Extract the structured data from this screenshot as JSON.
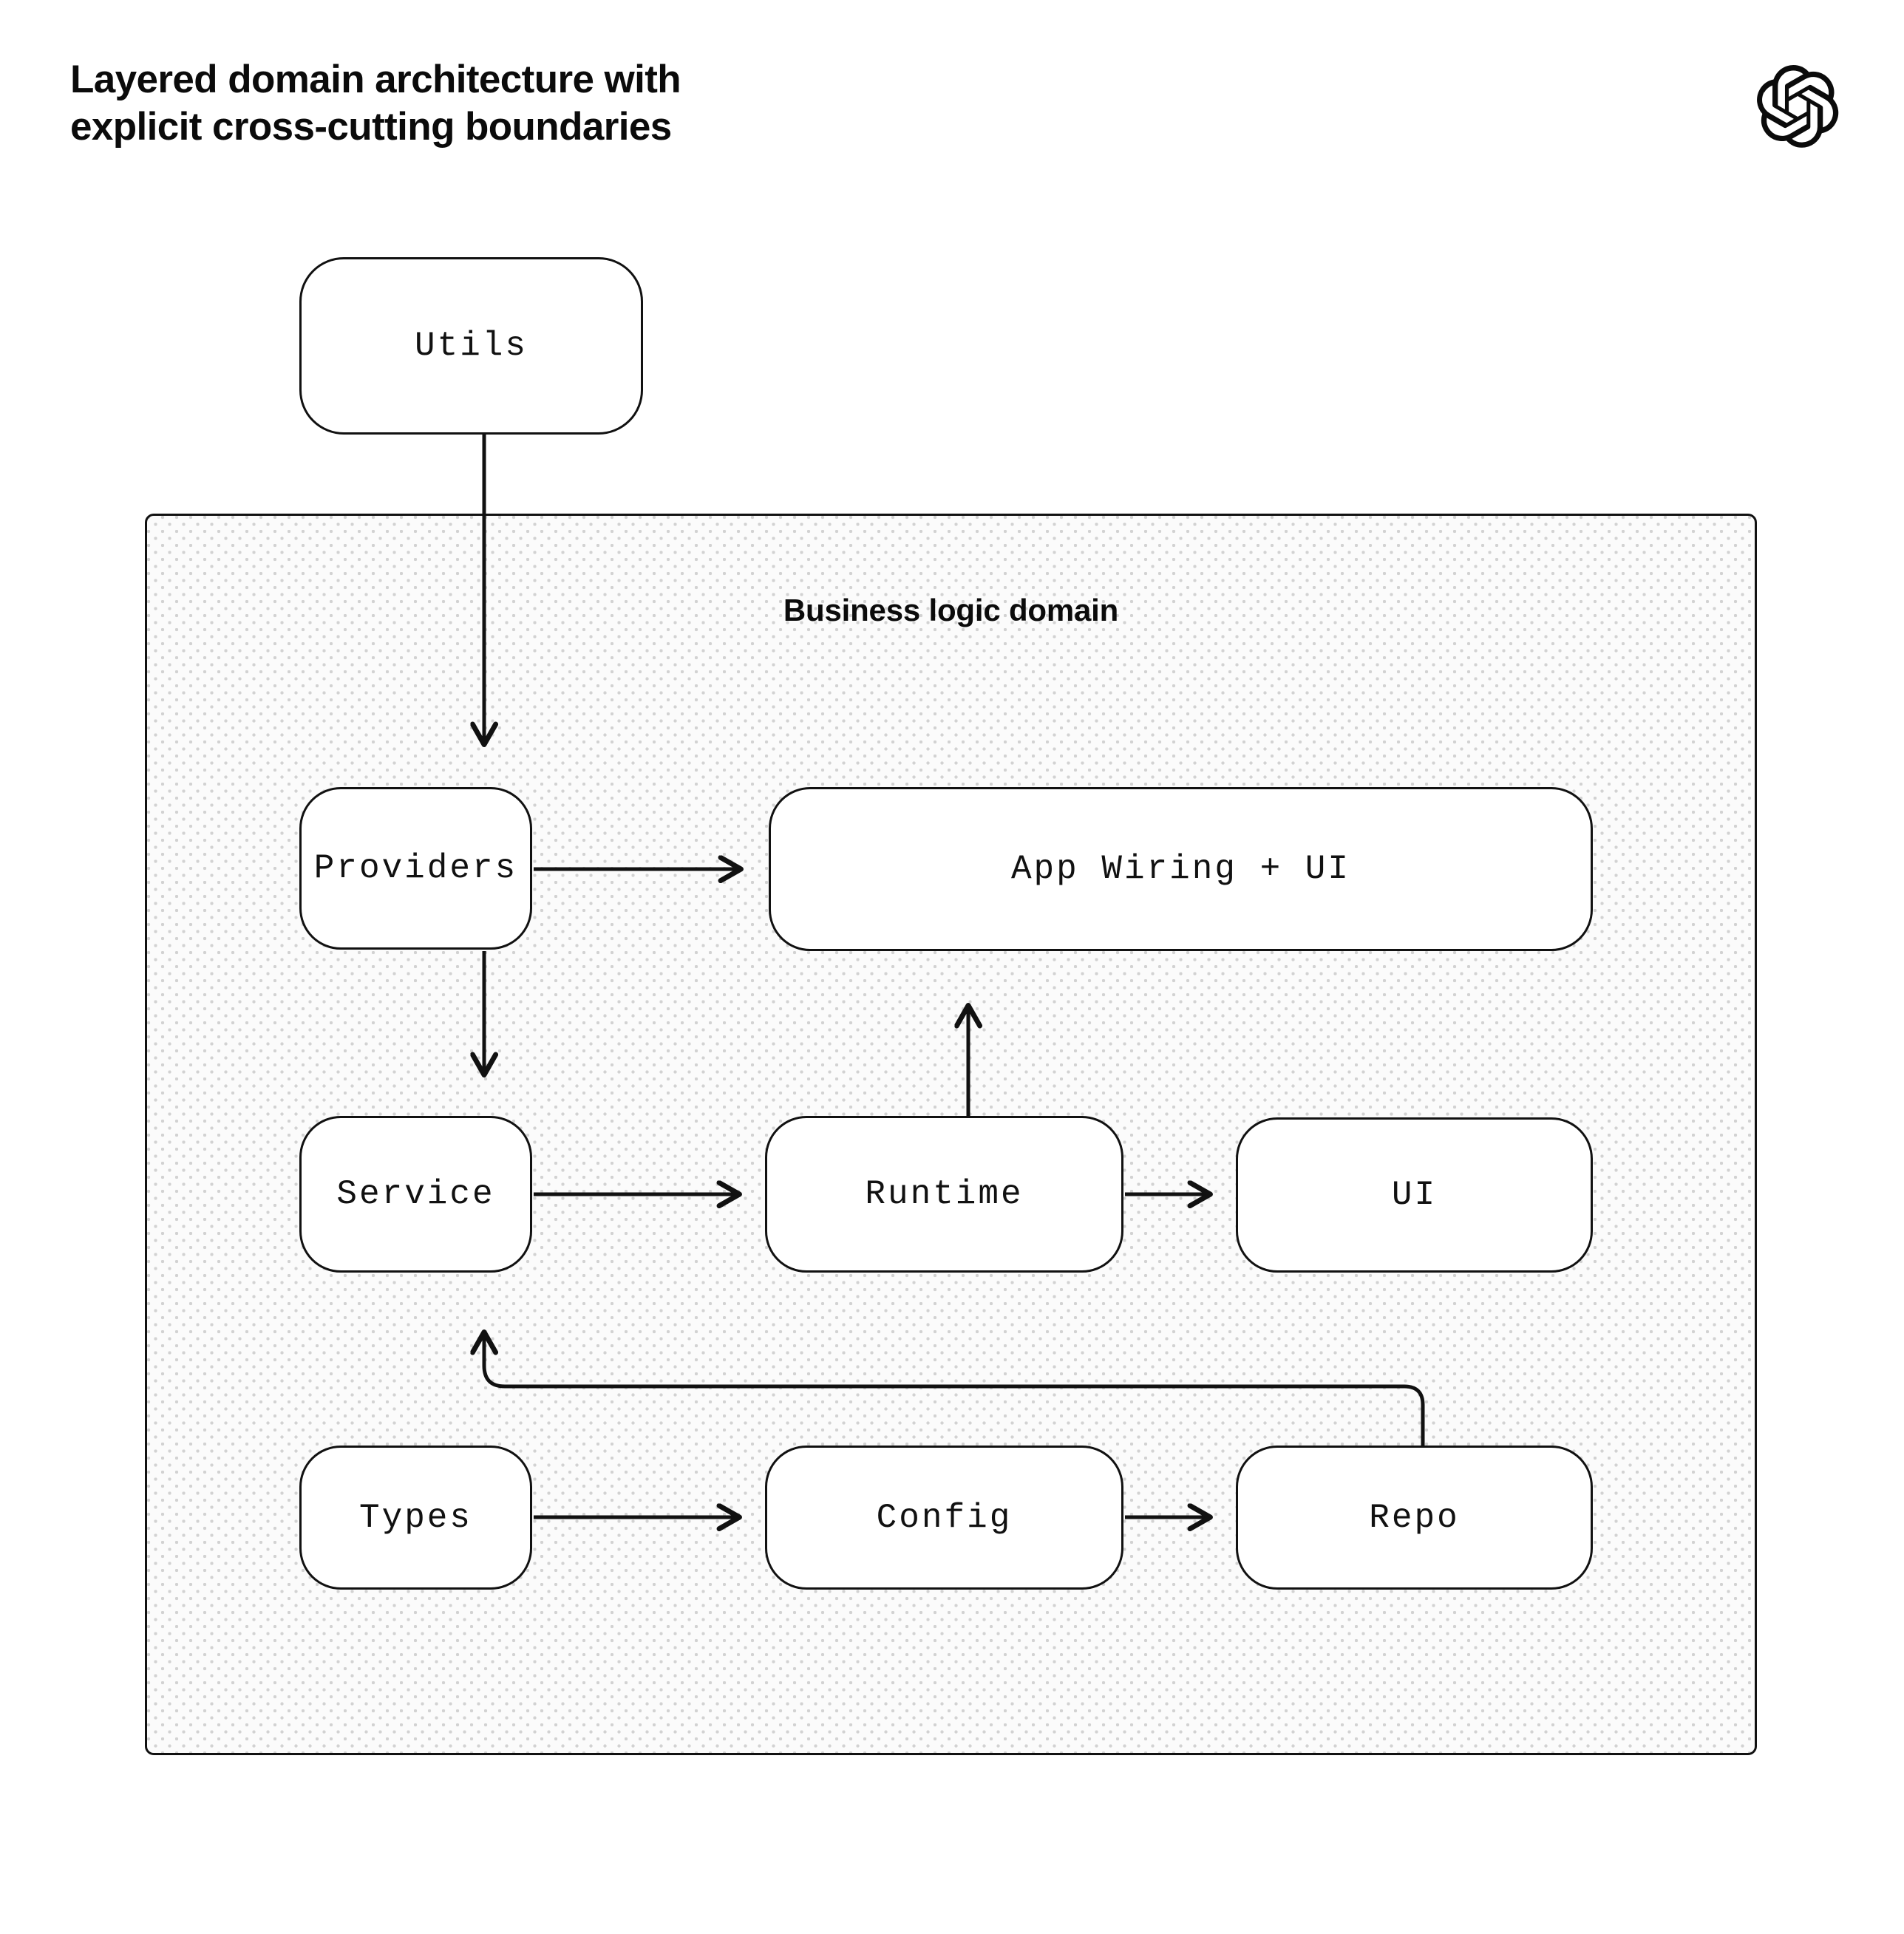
{
  "page": {
    "title_line_1": "Layered domain architecture with",
    "title_line_2": "explicit cross-cutting boundaries",
    "title": "Layered domain architecture with\nexplicit cross-cutting boundaries",
    "background_color": "#ffffff",
    "ink_color": "#111111",
    "logo": "openai-logo"
  },
  "diagram": {
    "type": "layered-architecture-flow",
    "container": {
      "label": "Business logic domain",
      "fill": "#fbfbfb",
      "dot_color": "#d2d2d2",
      "border_color": "#111111"
    },
    "nodes": [
      {
        "id": "utils",
        "label": "Utils",
        "inside_domain": false,
        "row": 0
      },
      {
        "id": "providers",
        "label": "Providers",
        "inside_domain": true,
        "row": 1
      },
      {
        "id": "appwiring",
        "label": "App Wiring + UI",
        "inside_domain": true,
        "row": 1
      },
      {
        "id": "service",
        "label": "Service",
        "inside_domain": true,
        "row": 2
      },
      {
        "id": "runtime",
        "label": "Runtime",
        "inside_domain": true,
        "row": 2
      },
      {
        "id": "ui",
        "label": "UI",
        "inside_domain": true,
        "row": 2
      },
      {
        "id": "types",
        "label": "Types",
        "inside_domain": true,
        "row": 3
      },
      {
        "id": "config",
        "label": "Config",
        "inside_domain": true,
        "row": 3
      },
      {
        "id": "repo",
        "label": "Repo",
        "inside_domain": true,
        "row": 3
      }
    ],
    "edges": [
      {
        "from": "utils",
        "to": "providers",
        "style": "straight-down"
      },
      {
        "from": "providers",
        "to": "appwiring",
        "style": "straight-right"
      },
      {
        "from": "providers",
        "to": "service",
        "style": "straight-down"
      },
      {
        "from": "service",
        "to": "runtime",
        "style": "straight-right"
      },
      {
        "from": "runtime",
        "to": "ui",
        "style": "straight-right"
      },
      {
        "from": "runtime",
        "to": "appwiring",
        "style": "straight-up"
      },
      {
        "from": "types",
        "to": "config",
        "style": "straight-right"
      },
      {
        "from": "config",
        "to": "repo",
        "style": "straight-right"
      },
      {
        "from": "repo",
        "to": "service",
        "style": "elbow-feedback-up-left"
      }
    ]
  }
}
